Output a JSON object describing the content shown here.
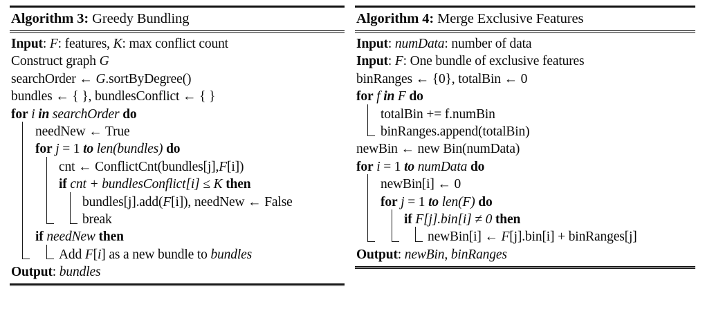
{
  "document": {
    "kind": "algorithm-figure-pair",
    "background_color": "#ffffff",
    "text_color": "#0a0a0a"
  },
  "algorithms": [
    {
      "id": "algorithm-3",
      "label": "Algorithm 3:",
      "name": "Greedy Bundling",
      "lines": [
        {
          "indent": 0,
          "segments": [
            {
              "text": "Input",
              "style": "bold"
            },
            {
              "text": ": ",
              "style": "plain"
            },
            {
              "text": "F",
              "style": "math"
            },
            {
              "text": ": features, ",
              "style": "plain"
            },
            {
              "text": "K",
              "style": "math"
            },
            {
              "text": ": max conflict count",
              "style": "plain"
            }
          ]
        },
        {
          "indent": 0,
          "segments": [
            {
              "text": "Construct graph ",
              "style": "plain"
            },
            {
              "text": "G",
              "style": "math"
            }
          ]
        },
        {
          "indent": 0,
          "segments": [
            {
              "text": "searchOrder ← ",
              "style": "plain"
            },
            {
              "text": "G",
              "style": "math"
            },
            {
              "text": ".sortByDegree()",
              "style": "plain"
            }
          ]
        },
        {
          "indent": 0,
          "segments": [
            {
              "text": "bundles ← { }, bundlesConflict ← { }",
              "style": "plain"
            }
          ]
        },
        {
          "indent": 0,
          "segments": [
            {
              "text": "for",
              "style": "bold"
            },
            {
              "text": " ",
              "style": "plain"
            },
            {
              "text": "i",
              "style": "math"
            },
            {
              "text": " ",
              "style": "plain"
            },
            {
              "text": "in",
              "style": "bolditalic"
            },
            {
              "text": " ",
              "style": "plain"
            },
            {
              "text": "searchOrder",
              "style": "italic"
            },
            {
              "text": " ",
              "style": "plain"
            },
            {
              "text": "do",
              "style": "bold"
            }
          ]
        },
        {
          "indent": 1,
          "segments": [
            {
              "text": "needNew ← True",
              "style": "plain"
            }
          ]
        },
        {
          "indent": 1,
          "segments": [
            {
              "text": "for",
              "style": "bold"
            },
            {
              "text": " ",
              "style": "plain"
            },
            {
              "text": "j",
              "style": "math"
            },
            {
              "text": " = 1 ",
              "style": "plain"
            },
            {
              "text": "to",
              "style": "bolditalic"
            },
            {
              "text": " ",
              "style": "plain"
            },
            {
              "text": "len(bundles)",
              "style": "italic"
            },
            {
              "text": " ",
              "style": "plain"
            },
            {
              "text": "do",
              "style": "bold"
            }
          ]
        },
        {
          "indent": 2,
          "segments": [
            {
              "text": "cnt ← ConflictCnt(bundles[j],",
              "style": "plain"
            },
            {
              "text": "F",
              "style": "math"
            },
            {
              "text": "[i])",
              "style": "plain"
            }
          ]
        },
        {
          "indent": 2,
          "segments": [
            {
              "text": "if",
              "style": "bold"
            },
            {
              "text": " ",
              "style": "plain"
            },
            {
              "text": "cnt + bundlesConflict[i]",
              "style": "italic"
            },
            {
              "text": " ≤ ",
              "style": "plain"
            },
            {
              "text": "K",
              "style": "math"
            },
            {
              "text": " ",
              "style": "plain"
            },
            {
              "text": "then",
              "style": "bold"
            }
          ]
        },
        {
          "indent": 3,
          "segments": [
            {
              "text": "bundles[j].add(",
              "style": "plain"
            },
            {
              "text": "F",
              "style": "math"
            },
            {
              "text": "[i]), needNew ← False",
              "style": "plain"
            }
          ]
        },
        {
          "indent": 3,
          "segments": [
            {
              "text": "break",
              "style": "plain"
            }
          ]
        },
        {
          "indent": 1,
          "segments": [
            {
              "text": "if",
              "style": "bold"
            },
            {
              "text": " ",
              "style": "plain"
            },
            {
              "text": "needNew",
              "style": "italic"
            },
            {
              "text": " ",
              "style": "plain"
            },
            {
              "text": "then",
              "style": "bold"
            }
          ]
        },
        {
          "indent": 2,
          "segments": [
            {
              "text": "Add ",
              "style": "plain"
            },
            {
              "text": "F",
              "style": "math"
            },
            {
              "text": "[",
              "style": "plain"
            },
            {
              "text": "i",
              "style": "math"
            },
            {
              "text": "] as a new bundle to ",
              "style": "plain"
            },
            {
              "text": "bundles",
              "style": "math"
            }
          ]
        },
        {
          "indent": 0,
          "segments": [
            {
              "text": "Output",
              "style": "bold"
            },
            {
              "text": ": ",
              "style": "plain"
            },
            {
              "text": "bundles",
              "style": "math"
            }
          ]
        }
      ]
    },
    {
      "id": "algorithm-4",
      "label": "Algorithm 4:",
      "name": "Merge Exclusive Features",
      "lines": [
        {
          "indent": 0,
          "segments": [
            {
              "text": "Input",
              "style": "bold"
            },
            {
              "text": ": ",
              "style": "plain"
            },
            {
              "text": "numData",
              "style": "math"
            },
            {
              "text": ": number of data",
              "style": "plain"
            }
          ]
        },
        {
          "indent": 0,
          "segments": [
            {
              "text": "Input",
              "style": "bold"
            },
            {
              "text": ": ",
              "style": "plain"
            },
            {
              "text": "F",
              "style": "math"
            },
            {
              "text": ": One bundle of exclusive features",
              "style": "plain"
            }
          ]
        },
        {
          "indent": 0,
          "segments": [
            {
              "text": "binRanges ← {0}, totalBin ← 0",
              "style": "plain"
            }
          ]
        },
        {
          "indent": 0,
          "segments": [
            {
              "text": "for",
              "style": "bold"
            },
            {
              "text": " ",
              "style": "plain"
            },
            {
              "text": "f",
              "style": "math"
            },
            {
              "text": " ",
              "style": "plain"
            },
            {
              "text": "in",
              "style": "bolditalic"
            },
            {
              "text": " ",
              "style": "plain"
            },
            {
              "text": "F",
              "style": "math"
            },
            {
              "text": " ",
              "style": "plain"
            },
            {
              "text": "do",
              "style": "bold"
            }
          ]
        },
        {
          "indent": 1,
          "segments": [
            {
              "text": "totalBin += f.numBin",
              "style": "plain"
            }
          ]
        },
        {
          "indent": 1,
          "segments": [
            {
              "text": "binRanges.append(totalBin)",
              "style": "plain"
            }
          ]
        },
        {
          "indent": 0,
          "segments": [
            {
              "text": "newBin ← new  Bin(numData)",
              "style": "plain"
            }
          ]
        },
        {
          "indent": 0,
          "segments": [
            {
              "text": "for",
              "style": "bold"
            },
            {
              "text": " ",
              "style": "plain"
            },
            {
              "text": "i",
              "style": "math"
            },
            {
              "text": " = 1 ",
              "style": "plain"
            },
            {
              "text": "to",
              "style": "bolditalic"
            },
            {
              "text": " ",
              "style": "plain"
            },
            {
              "text": "numData",
              "style": "math"
            },
            {
              "text": " ",
              "style": "plain"
            },
            {
              "text": "do",
              "style": "bold"
            }
          ]
        },
        {
          "indent": 1,
          "segments": [
            {
              "text": "newBin[i] ← 0",
              "style": "plain"
            }
          ]
        },
        {
          "indent": 1,
          "segments": [
            {
              "text": "for",
              "style": "bold"
            },
            {
              "text": " ",
              "style": "plain"
            },
            {
              "text": "j",
              "style": "math"
            },
            {
              "text": " = 1 ",
              "style": "plain"
            },
            {
              "text": "to",
              "style": "bolditalic"
            },
            {
              "text": " ",
              "style": "plain"
            },
            {
              "text": "len(",
              "style": "italic"
            },
            {
              "text": "F",
              "style": "math"
            },
            {
              "text": ")",
              "style": "italic"
            },
            {
              "text": " ",
              "style": "plain"
            },
            {
              "text": "do",
              "style": "bold"
            }
          ]
        },
        {
          "indent": 2,
          "segments": [
            {
              "text": "if",
              "style": "bold"
            },
            {
              "text": " ",
              "style": "plain"
            },
            {
              "text": "F[j].bin[i]",
              "style": "italic"
            },
            {
              "text": " ≠ ",
              "style": "plain"
            },
            {
              "text": "0",
              "style": "italic"
            },
            {
              "text": " ",
              "style": "plain"
            },
            {
              "text": "then",
              "style": "bold"
            }
          ]
        },
        {
          "indent": 3,
          "segments": [
            {
              "text": "newBin[i] ← ",
              "style": "plain"
            },
            {
              "text": "F",
              "style": "math"
            },
            {
              "text": "[j].bin[i] + binRanges[j]",
              "style": "plain"
            }
          ]
        },
        {
          "indent": 0,
          "segments": [
            {
              "text": "Output",
              "style": "bold"
            },
            {
              "text": ": ",
              "style": "plain"
            },
            {
              "text": "newBin, binRanges",
              "style": "math"
            }
          ]
        }
      ]
    }
  ]
}
